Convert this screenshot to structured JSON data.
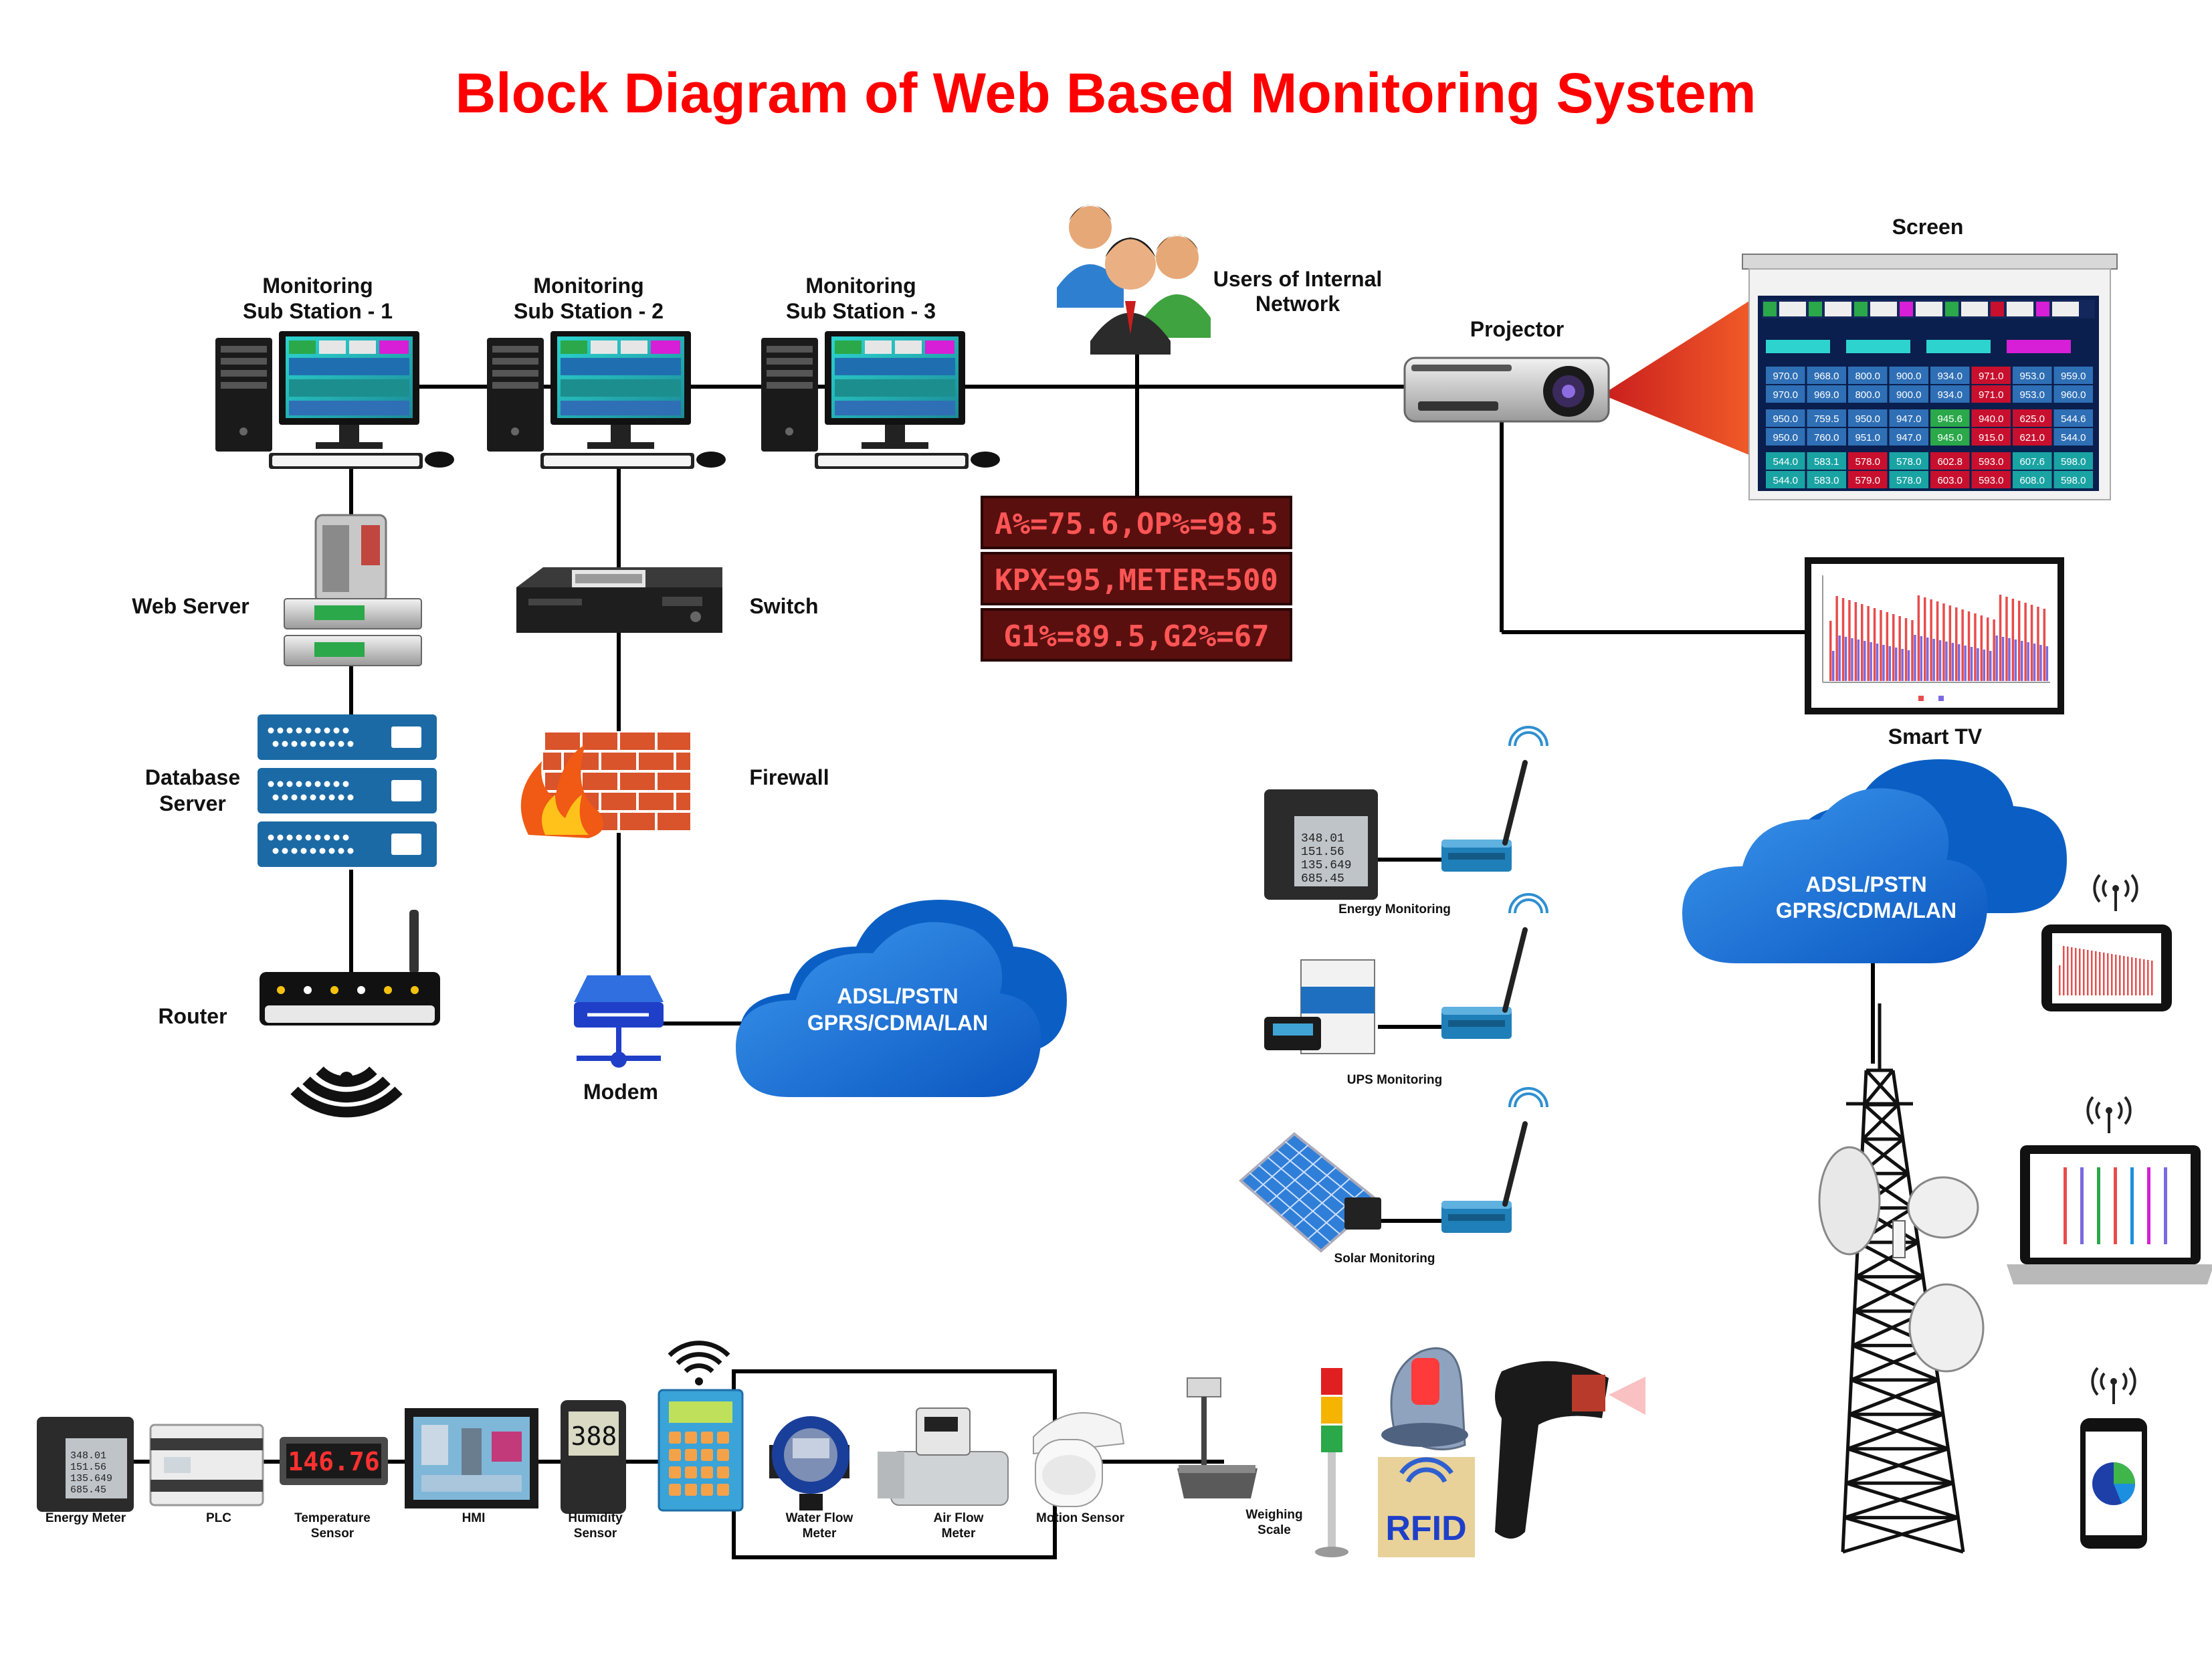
{
  "title": "Block Diagram of Web Based Monitoring System",
  "stations": [
    {
      "line1": "Monitoring",
      "line2": "Sub Station - 1"
    },
    {
      "line1": "Monitoring",
      "line2": "Sub Station - 2"
    },
    {
      "line1": "Monitoring",
      "line2": "Sub Station - 3"
    }
  ],
  "users": {
    "line1": "Users of Internal",
    "line2": "Network"
  },
  "projector": "Projector",
  "screen": "Screen",
  "smart_tv": "Smart TV",
  "led_display": [
    "A%=75.6,OP%=98.5",
    "KPX=95,METER=500",
    "G1%=89.5,G2%=67"
  ],
  "left_stack": {
    "web_server": "Web Server",
    "database_server": {
      "line1": "Database",
      "line2": "Server"
    },
    "router": "Router"
  },
  "mid_stack": {
    "switch": "Switch",
    "firewall": "Firewall",
    "modem": "Modem"
  },
  "cloud_left": {
    "line1": "ADSL/PSTN",
    "line2": "GPRS/CDMA/LAN"
  },
  "cloud_right": {
    "line1": "ADSL/PSTN",
    "line2": "GPRS/CDMA/LAN"
  },
  "monitoring_units": [
    "Energy Monitoring",
    "UPS Monitoring",
    "Solar Monitoring"
  ],
  "energy_meter_display": [
    "348.01",
    "151.56",
    "135.649",
    "685.45"
  ],
  "field_devices": [
    {
      "line1": "Energy Meter",
      "line2": ""
    },
    {
      "line1": "PLC",
      "line2": ""
    },
    {
      "line1": "Temperature",
      "line2": "Sensor"
    },
    {
      "line1": "HMI",
      "line2": ""
    },
    {
      "line1": "Humidity",
      "line2": "Sensor"
    },
    {
      "line1": "Water Flow",
      "line2": "Meter"
    },
    {
      "line1": "Air Flow",
      "line2": "Meter"
    },
    {
      "line1": "Motion Sensor",
      "line2": ""
    },
    {
      "line1": "Weighing",
      "line2": "Scale"
    }
  ],
  "temperature_readout": "146.76",
  "humidity_readout": "388",
  "rfid": "RFID",
  "router_ports": [
    "1",
    "2",
    "3",
    "4"
  ],
  "screen_table": {
    "rows": [
      [
        "970.0",
        "968.0",
        "800.0",
        "900.0",
        "934.0",
        "971.0",
        "953.0",
        "959.0"
      ],
      [
        "970.0",
        "969.0",
        "800.0",
        "900.0",
        "934.0",
        "971.0",
        "953.0",
        "960.0"
      ],
      [
        "950.0",
        "759.5",
        "950.0",
        "947.0",
        "945.6",
        "940.0",
        "625.0",
        "544.6"
      ],
      [
        "950.0",
        "760.0",
        "951.0",
        "947.0",
        "945.0",
        "915.0",
        "621.0",
        "544.0"
      ],
      [
        "544.0",
        "583.1",
        "578.0",
        "578.0",
        "602.8",
        "593.0",
        "607.6",
        "598.0"
      ],
      [
        "544.0",
        "583.0",
        "579.0",
        "578.0",
        "603.0",
        "593.0",
        "608.0",
        "598.0"
      ]
    ],
    "colors": [
      [
        "#2f6fb5",
        "#2f6fb5",
        "#2f6fb5",
        "#2f6fb5",
        "#2f6fb5",
        "#c8102e",
        "#2f6fb5",
        "#2f6fb5"
      ],
      [
        "#2f6fb5",
        "#2f6fb5",
        "#2f6fb5",
        "#2f6fb5",
        "#2f6fb5",
        "#c8102e",
        "#2f6fb5",
        "#2f6fb5"
      ],
      [
        "#2f6fb5",
        "#2f6fb5",
        "#2f6fb5",
        "#2f6fb5",
        "#2aa84a",
        "#c8102e",
        "#c8102e",
        "#2f6fb5"
      ],
      [
        "#2f6fb5",
        "#2f6fb5",
        "#2f6fb5",
        "#2f6fb5",
        "#2aa84a",
        "#c8102e",
        "#c8102e",
        "#2f6fb5"
      ],
      [
        "#1aa3a3",
        "#1aa3a3",
        "#c8102e",
        "#1aa3a3",
        "#c8102e",
        "#c8102e",
        "#1aa3a3",
        "#1aa3a3"
      ],
      [
        "#1aa3a3",
        "#1aa3a3",
        "#c8102e",
        "#1aa3a3",
        "#c8102e",
        "#c8102e",
        "#1aa3a3",
        "#1aa3a3"
      ]
    ]
  },
  "colors": {
    "title": "#ff0000",
    "cloud_dark": "#0b5fc4",
    "cloud_light": "#4aa3f0",
    "server_blue": "#1b6aa5",
    "led_bg": "#5a0f0f",
    "beam": "#e8321f",
    "brick": "#d9532b"
  },
  "icons": [
    "desktop-pc-icon",
    "users-icon",
    "projector-icon",
    "screen-icon",
    "smart-tv-icon",
    "web-server-icon",
    "database-server-icon",
    "router-icon",
    "wifi-icon",
    "switch-icon",
    "firewall-icon",
    "modem-icon",
    "cloud-icon",
    "gateway-icon",
    "antenna-icon",
    "tower-icon",
    "tablet-icon",
    "laptop-icon",
    "phone-icon",
    "energy-meter-icon",
    "plc-icon",
    "hmi-icon",
    "rfid-icon",
    "barcode-scanner-icon",
    "fingerprint-icon",
    "tower-light-icon",
    "solar-panel-icon",
    "battery-icon"
  ]
}
